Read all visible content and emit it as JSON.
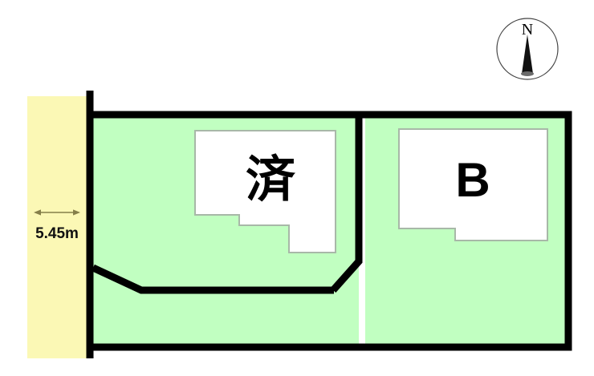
{
  "diagram": {
    "title": "Property site plan",
    "type": "land-plot-layout",
    "background_color": "#ffffff"
  },
  "colors": {
    "land_green": "#c1ffc1",
    "road_yellow": "#fbf8b5",
    "outline_black": "#000000",
    "building_white": "#ffffff",
    "building_border": "#a8b8a8",
    "dimension_arrow": "#857f4a"
  },
  "road": {
    "name": "frontage-road",
    "fill": "#fbf8b5",
    "dimension": {
      "label": "5.45m",
      "value": 5.45,
      "unit": "m",
      "orientation": "horizontal"
    }
  },
  "lots": [
    {
      "id": "lot-a",
      "label": "済",
      "label_meaning": "sold",
      "fill": "#c1ffc1",
      "building": {
        "id": "building-a",
        "fill": "#ffffff"
      }
    },
    {
      "id": "lot-b",
      "label": "B",
      "fill": "#c1ffc1",
      "building": {
        "id": "building-b",
        "fill": "#ffffff"
      }
    }
  ],
  "compass": {
    "label": "N",
    "direction": "north-up"
  }
}
